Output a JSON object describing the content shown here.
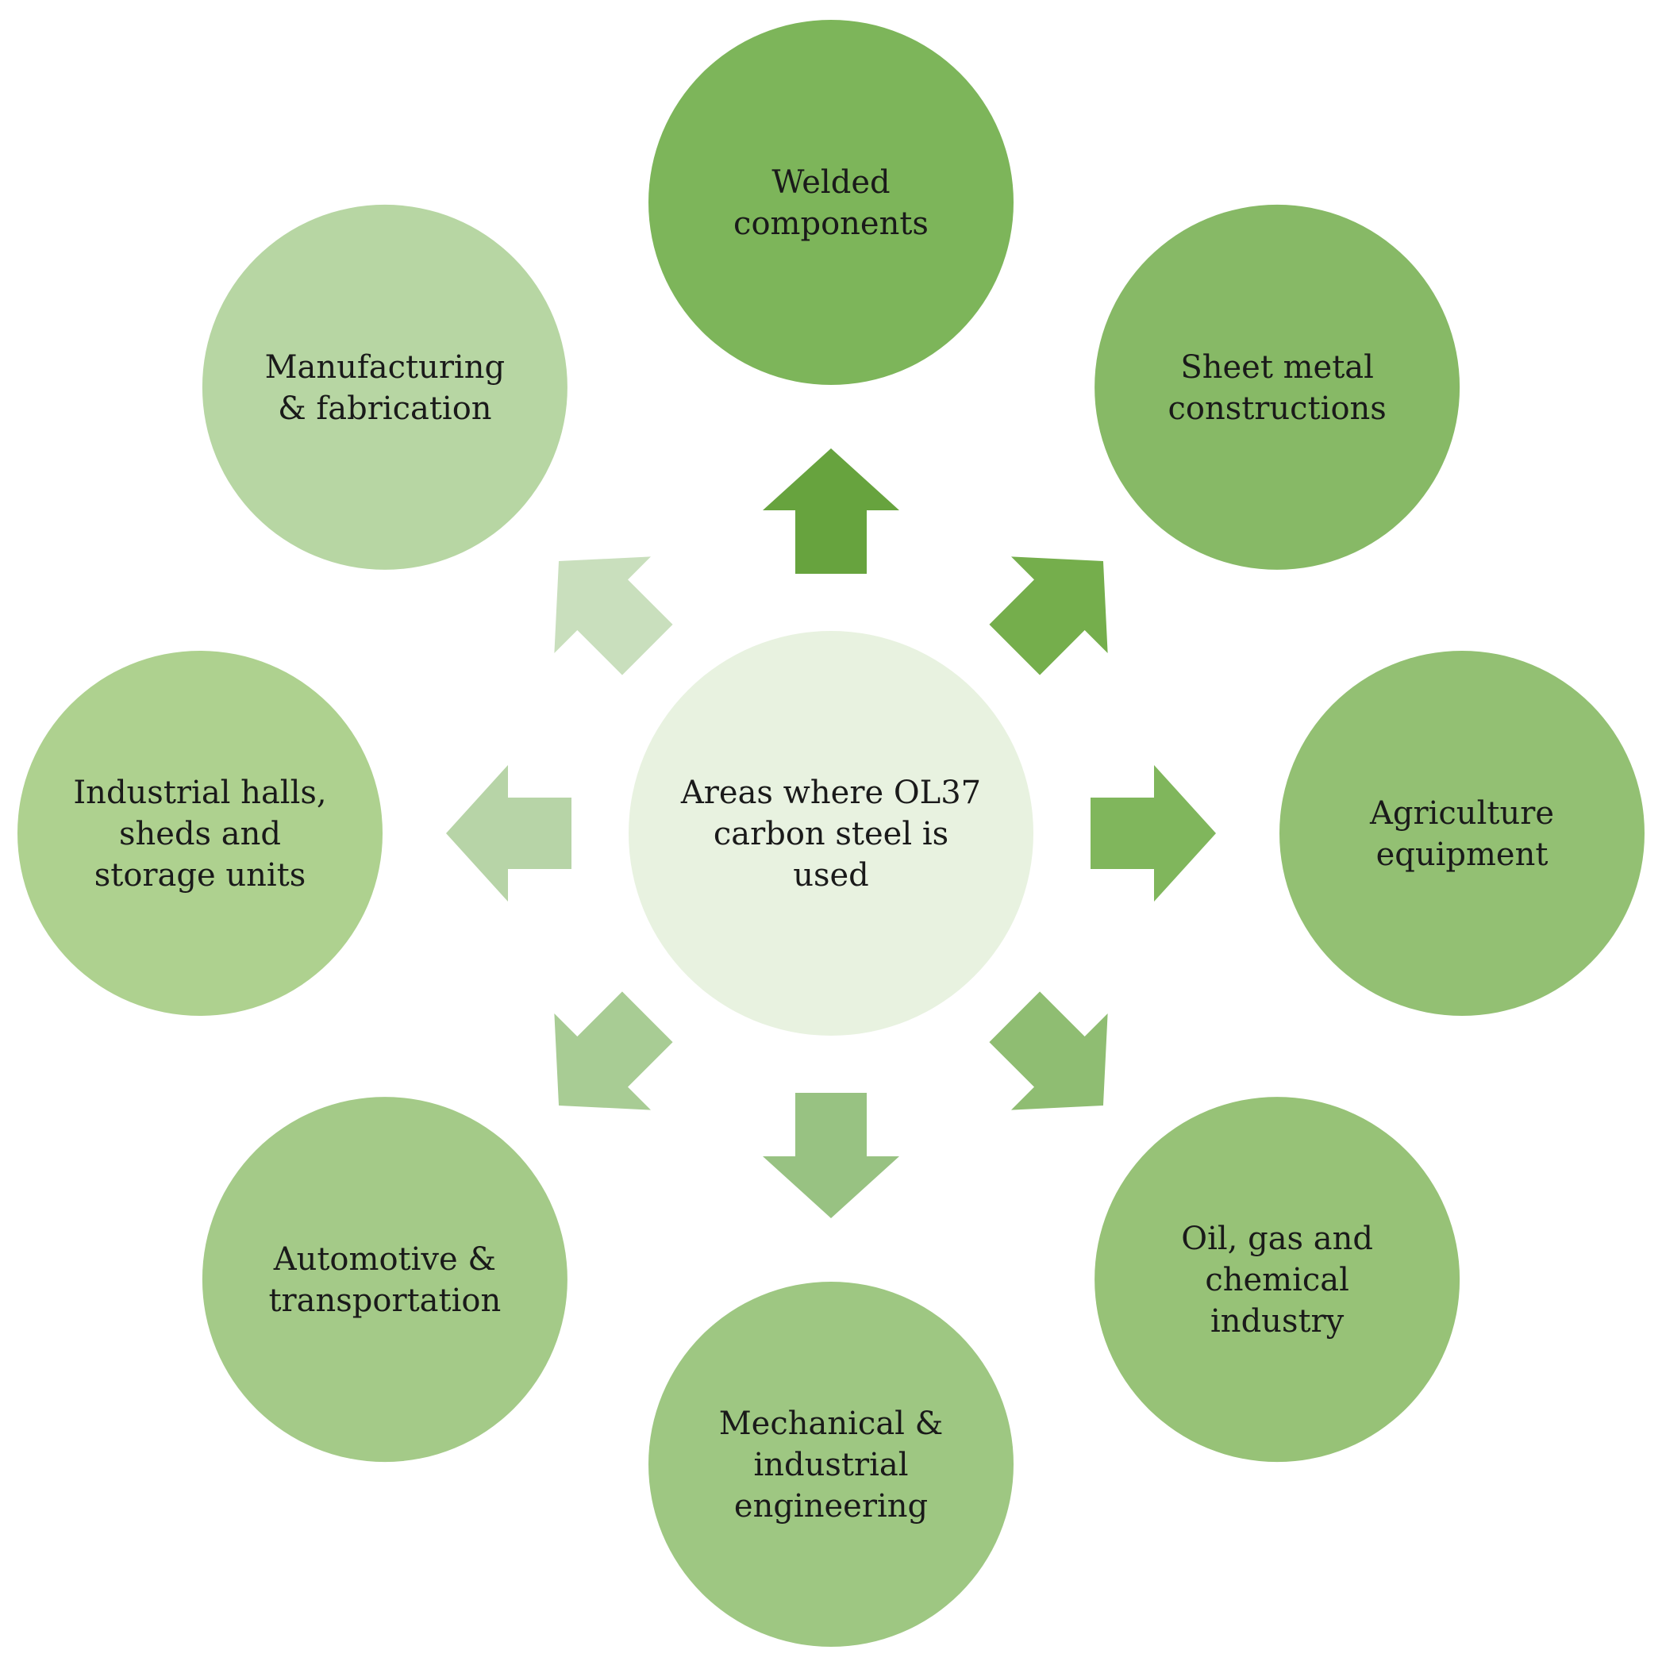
{
  "center": {
    "lines": [
      "Areas where OL37",
      "carbon steel is",
      "used"
    ],
    "color": "#e8f2e0"
  },
  "nodes": [
    {
      "id": "welded-components",
      "lines": [
        "Welded",
        "components"
      ],
      "color": "#7db55a",
      "arrow_color": "#67a33e"
    },
    {
      "id": "sheet-metal-constructions",
      "lines": [
        "Sheet metal",
        "constructions"
      ],
      "color": "#87b966",
      "arrow_color": "#75ae4c"
    },
    {
      "id": "agriculture-equipment",
      "lines": [
        "Agriculture",
        "equipment"
      ],
      "color": "#93c073",
      "arrow_color": "#80b65c"
    },
    {
      "id": "oil-gas-chemical-industry",
      "lines": [
        "Oil, gas and",
        "chemical",
        "industry"
      ],
      "color": "#97c277",
      "arrow_color": "#8fbd72"
    },
    {
      "id": "mechanical-industrial-engineering",
      "lines": [
        "Mechanical &",
        "industrial",
        "engineering"
      ],
      "color": "#9ec782",
      "arrow_color": "#98c282"
    },
    {
      "id": "automotive-transportation",
      "lines": [
        "Automotive &",
        "transportation"
      ],
      "color": "#a4ca88",
      "arrow_color": "#a8cc94"
    },
    {
      "id": "industrial-halls-sheds-storage",
      "lines": [
        "Industrial halls,",
        "sheds and",
        "storage units"
      ],
      "color": "#aed18f",
      "arrow_color": "#b7d4a7"
    },
    {
      "id": "manufacturing-fabrication",
      "lines": [
        "Manufacturing",
        "& fabrication"
      ],
      "color": "#b7d6a3",
      "arrow_color": "#c9dfbd"
    }
  ]
}
